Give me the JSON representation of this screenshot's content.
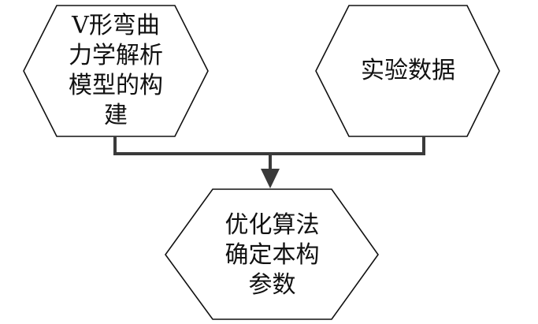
{
  "diagram": {
    "nodes": [
      {
        "id": "model",
        "lines": [
          "V形弯曲",
          "力学解析",
          "模型的构",
          "建"
        ]
      },
      {
        "id": "experiment",
        "lines": [
          "实验数据"
        ]
      },
      {
        "id": "optimize",
        "lines": [
          "优化算法",
          "确定本构",
          "参数"
        ]
      }
    ],
    "edges": [
      {
        "from": "model",
        "to": "optimize"
      },
      {
        "from": "experiment",
        "to": "optimize"
      }
    ]
  }
}
